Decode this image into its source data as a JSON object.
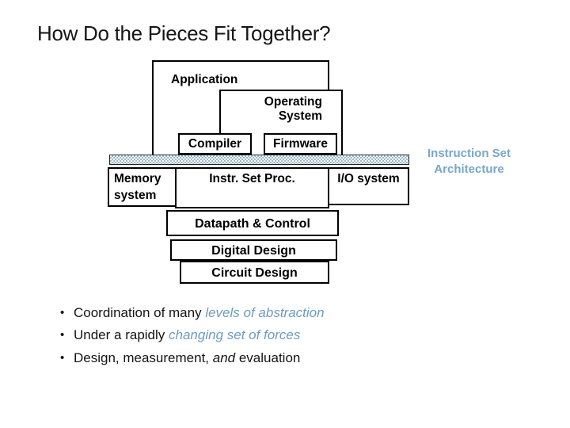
{
  "slide": {
    "title": "How Do the Pieces Fit Together?",
    "diagram": {
      "application": "Application",
      "os_line1": "Operating",
      "os_line2": "System",
      "compiler": "Compiler",
      "firmware": "Firmware",
      "memory_line1": "Memory",
      "memory_line2": "system",
      "instr_set_proc": "Instr. Set Proc.",
      "io_system": "I/O system",
      "datapath": "Datapath & Control",
      "digital_design": "Digital Design",
      "circuit_design": "Circuit Design",
      "isa_line1": "Instruction Set",
      "isa_line2": "Architecture"
    },
    "bullets": {
      "marker": "•",
      "items": [
        {
          "plain": "Coordination of many ",
          "accent": "levels of abstraction"
        },
        {
          "plain": "Under a rapidly ",
          "accent": "changing set of forces"
        },
        {
          "plain": "Design, measurement, ",
          "mid_italic": "and",
          "tail": " evaluation"
        }
      ]
    },
    "colors": {
      "accent_blue": "#6d9cc0",
      "isa_blue": "#7aa6ca",
      "bar_blue": "#9bbccb"
    }
  }
}
